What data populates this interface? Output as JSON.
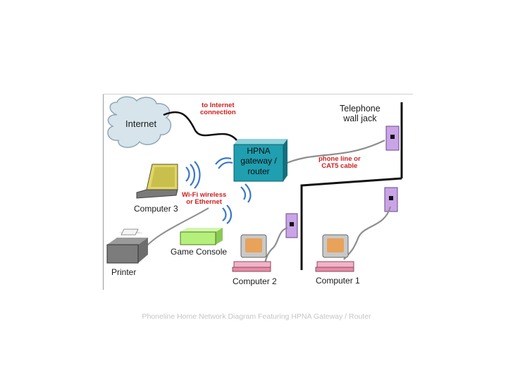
{
  "colors": {
    "router_fill": "#1f9fb0",
    "cloud_fill": "#d7e4ec",
    "jack_fill": "#c9a4e6",
    "annotation_red": "#cc1f1f",
    "cable_gray": "#8e8e8e",
    "wall_black": "#111111",
    "game_console_fill": "#b5f07a",
    "monitor_fill": "#e8a25a",
    "keyboard_fill": "#f2b3c8",
    "laptop_fill": "#e0d66a",
    "wifi_blue": "#3a78c8"
  },
  "icons": [
    "cloud-icon",
    "router-icon",
    "laptop-icon",
    "printer-icon",
    "game-console-icon",
    "computer-icon",
    "wall-jack-icon",
    "wifi-waves-icon"
  ],
  "labels": {
    "internet": "Internet",
    "to_internet": [
      "to Internet",
      "connection"
    ],
    "router": [
      "HPNA",
      "gateway /",
      "router"
    ],
    "wall_jack": [
      "Telephone",
      "wall jack"
    ],
    "phone_line": [
      "phone line or",
      "CAT5 cable"
    ],
    "wifi": [
      "Wi-Fi wireless",
      "or Ethernet"
    ],
    "computer3": "Computer 3",
    "printer": "Printer",
    "game_console": "Game Console",
    "computer2": "Computer 2",
    "computer1": "Computer 1"
  },
  "caption": "Phoneline Home Network Diagram Featuring HPNA Gateway / Router"
}
